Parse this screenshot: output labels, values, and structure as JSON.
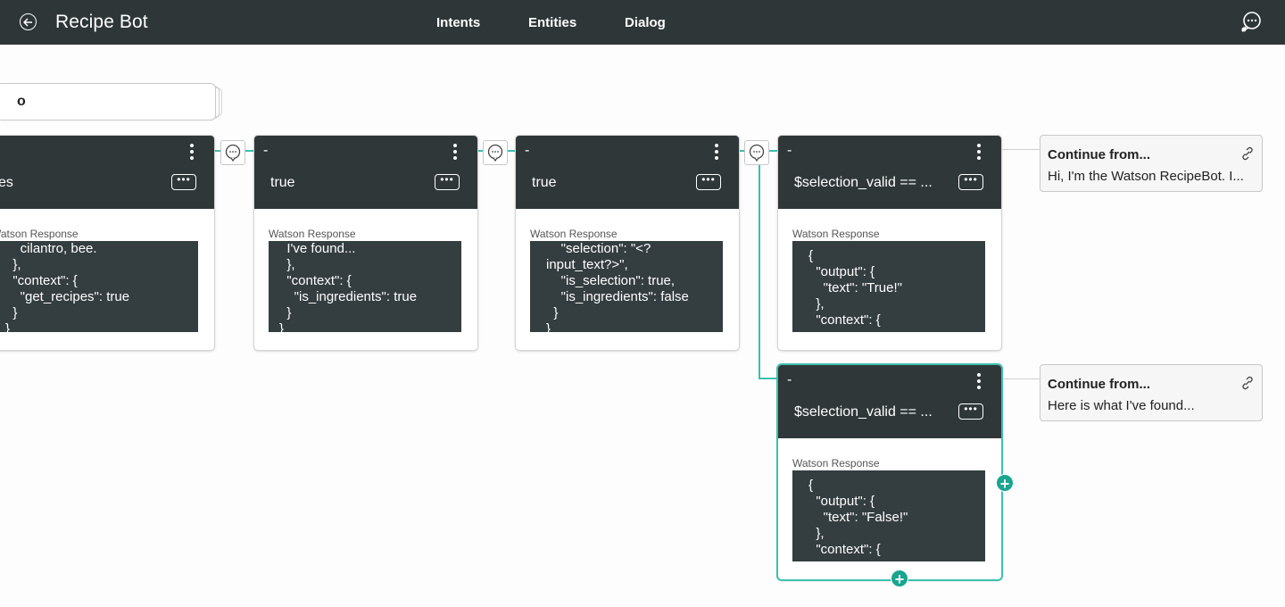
{
  "header": {
    "title": "Recipe Bot",
    "tabs": [
      "Intents",
      "Entities",
      "Dialog"
    ]
  },
  "top_node": {
    "label": "o"
  },
  "nodes": [
    {
      "dash": "",
      "condition": "yes",
      "response_label": "Watson Response",
      "code": "    cilantro, bee.\n  },\n  \"context\": {\n    \"get_recipes\": true\n  }\n}"
    },
    {
      "dash": "-",
      "condition": "true",
      "response_label": "Watson Response",
      "code": "  I've found...\n  },\n  \"context\": {\n    \"is_ingredients\": true\n  }\n}"
    },
    {
      "dash": "-",
      "condition": "true",
      "response_label": "Watson Response",
      "code": "    \"selection\": \"<?\ninput_text?>\",\n    \"is_selection\": true,\n    \"is_ingredients\": false\n  }\n}"
    },
    {
      "dash": "-",
      "condition": "$selection_valid == ...",
      "response_label": "Watson Response",
      "code": "{\n  \"output\": {\n    \"text\": \"True!\"\n  },\n  \"context\": {"
    },
    {
      "dash": "-",
      "condition": "$selection_valid == ...",
      "response_label": "Watson Response",
      "code": "{\n  \"output\": {\n    \"text\": \"False!\"\n  },\n  \"context\": {"
    }
  ],
  "more_label": "•••",
  "continue_boxes": [
    {
      "title": "Continue from...",
      "text": "Hi, I'm the Watson RecipeBot. I..."
    },
    {
      "title": "Continue from...",
      "text": "Here is what I've found..."
    }
  ],
  "plus_label": "+",
  "colors": {
    "header_bg": "#2e3638",
    "accent": "#3dbfae",
    "plus": "#19a590"
  }
}
